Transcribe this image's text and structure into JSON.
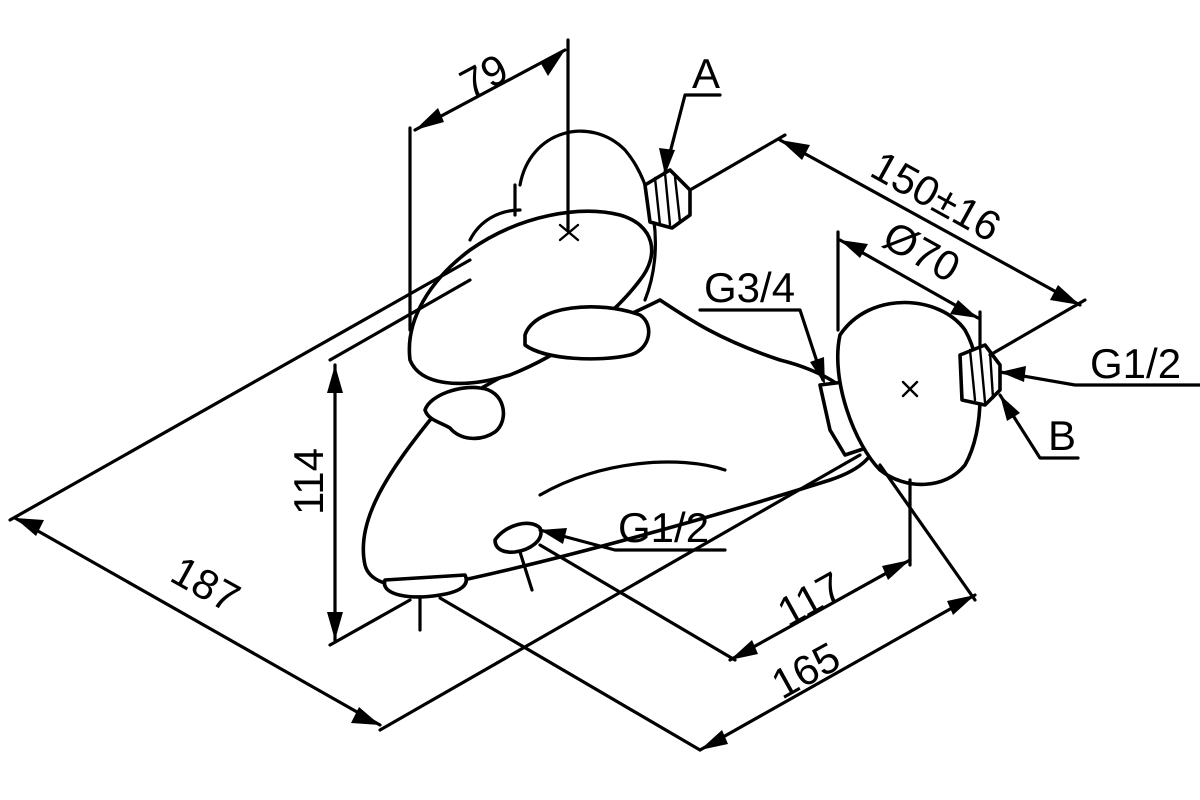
{
  "dimensions": {
    "handle_offset": "79",
    "projection": "150±16",
    "flange_diameter": "Ø70",
    "height": "114",
    "depth_total": "187",
    "depth_inlet": "117",
    "depth_spout": "165"
  },
  "threads": {
    "inlet": "G3/4",
    "wall": "G1/2",
    "outlet": "G1/2"
  },
  "callouts": {
    "a": "A",
    "b": "B"
  },
  "colors": {
    "line": "#000000",
    "background": "#ffffff"
  }
}
